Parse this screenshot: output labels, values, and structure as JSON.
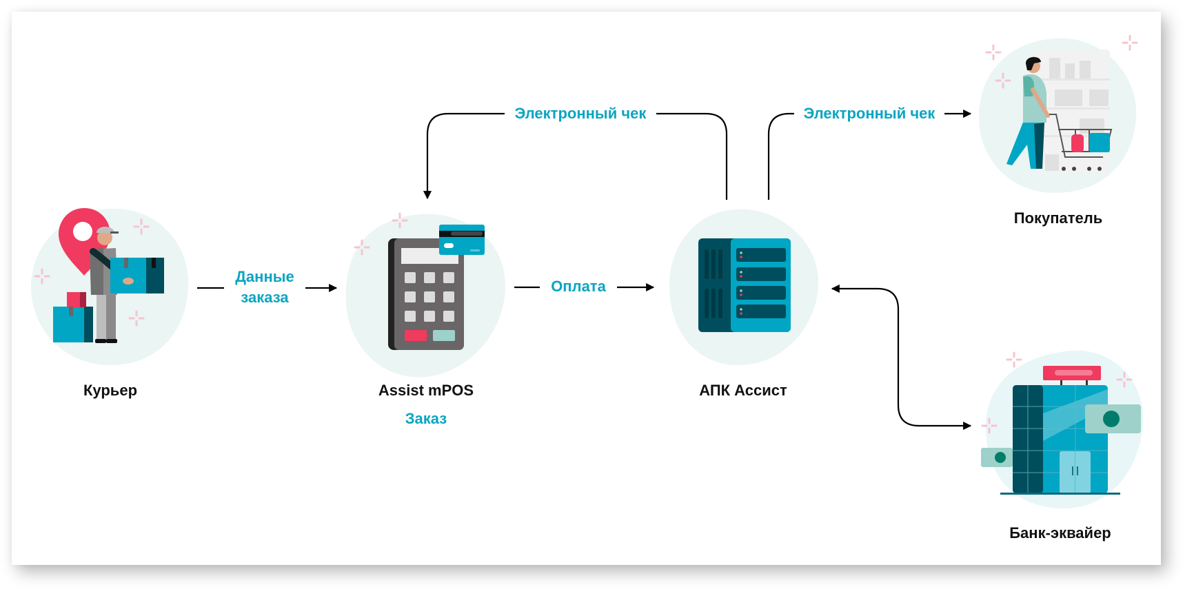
{
  "diagram": {
    "nodes": [
      {
        "id": "courier",
        "label": "Курьер",
        "icon": "courier-with-boxes-icon"
      },
      {
        "id": "mpos",
        "label": "Assist mPOS",
        "sublabel": "Заказ",
        "icon": "pos-terminal-icon"
      },
      {
        "id": "apk",
        "label": "АПК Ассист",
        "icon": "server-rack-icon"
      },
      {
        "id": "buyer",
        "label": "Покупатель",
        "icon": "shopper-with-cart-icon"
      },
      {
        "id": "bank",
        "label": "Банк-эквайер",
        "icon": "bank-building-icon"
      }
    ],
    "edges": [
      {
        "from": "courier",
        "to": "mpos",
        "label_line1": "Данные",
        "label_line2": "заказа",
        "direction": "forward"
      },
      {
        "from": "mpos",
        "to": "apk",
        "label": "Оплата",
        "direction": "forward"
      },
      {
        "from": "apk",
        "to": "mpos",
        "label": "Электронный чек",
        "direction": "forward"
      },
      {
        "from": "apk",
        "to": "buyer",
        "label": "Электронный чек",
        "direction": "forward"
      },
      {
        "from": "apk",
        "to": "bank",
        "label": "",
        "direction": "bidirectional"
      }
    ]
  },
  "colors": {
    "accent_text": "#0aa5c2",
    "blob": "#eaf5f4",
    "sparkle": "#f6c4cf",
    "teal": "#00a6c4",
    "dark_teal": "#004e5d",
    "pink": "#f03a5f",
    "mint": "#9dd1c9"
  }
}
